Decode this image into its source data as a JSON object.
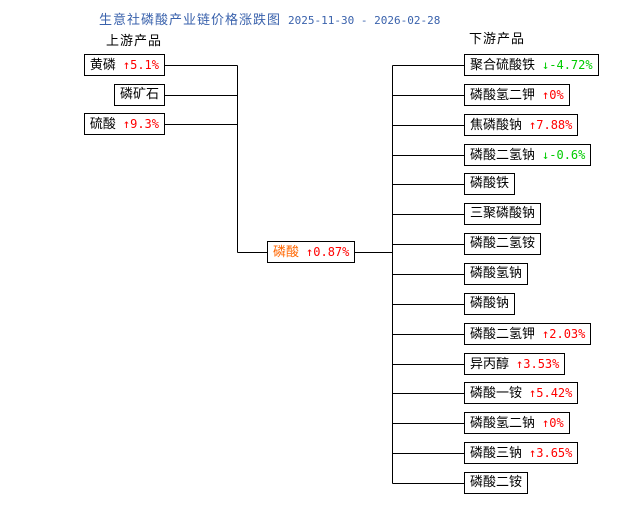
{
  "header": {
    "title": "生意社磷酸产业链价格涨跌图",
    "dates": "2025-11-30 - 2026-02-28"
  },
  "colors": {
    "title": "#3A62AC",
    "up": "#FF0000",
    "down": "#00CC00",
    "center_product": "#FF6600",
    "line": "#000000"
  },
  "upstream": {
    "label": "上游产品",
    "items": [
      {
        "name": "黄磷",
        "change": "↑5.1%",
        "dir": "up"
      },
      {
        "name": "磷矿石",
        "change": "",
        "dir": "none"
      },
      {
        "name": "硫酸",
        "change": "↑9.3%",
        "dir": "up"
      }
    ]
  },
  "center": {
    "name": "磷酸",
    "change": "↑0.87%",
    "dir": "up"
  },
  "downstream": {
    "label": "下游产品",
    "items": [
      {
        "name": "聚合硫酸铁",
        "change": "↓-4.72%",
        "dir": "down"
      },
      {
        "name": "磷酸氢二钾",
        "change": "↑0%",
        "dir": "up"
      },
      {
        "name": "焦磷酸钠",
        "change": "↑7.88%",
        "dir": "up"
      },
      {
        "name": "磷酸二氢钠",
        "change": "↓-0.6%",
        "dir": "down"
      },
      {
        "name": "磷酸铁",
        "change": "",
        "dir": "none"
      },
      {
        "name": "三聚磷酸钠",
        "change": "",
        "dir": "none"
      },
      {
        "name": "磷酸二氢铵",
        "change": "",
        "dir": "none"
      },
      {
        "name": "磷酸氢钠",
        "change": "",
        "dir": "none"
      },
      {
        "name": "磷酸钠",
        "change": "",
        "dir": "none"
      },
      {
        "name": "磷酸二氢钾",
        "change": "↑2.03%",
        "dir": "up"
      },
      {
        "name": "异丙醇",
        "change": "↑3.53%",
        "dir": "up"
      },
      {
        "name": "磷酸一铵",
        "change": "↑5.42%",
        "dir": "up"
      },
      {
        "name": "磷酸氢二钠",
        "change": "↑0%",
        "dir": "up"
      },
      {
        "name": "磷酸三钠",
        "change": "↑3.65%",
        "dir": "up"
      },
      {
        "name": "磷酸二铵",
        "change": "",
        "dir": "none"
      }
    ]
  }
}
